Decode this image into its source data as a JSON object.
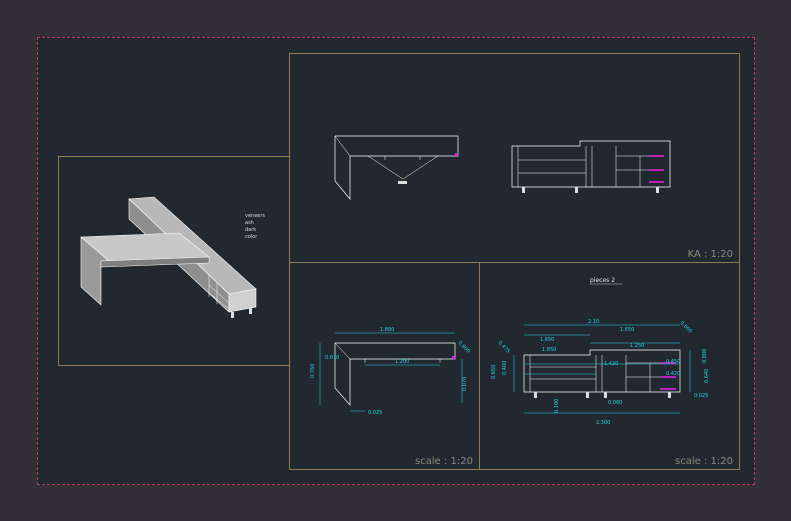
{
  "viewports": {
    "top_right": {
      "scale_label": "KA : 1:20"
    },
    "bottom_middle": {
      "scale_label": "scale : 1:20"
    },
    "bottom_right": {
      "scale_label": "scale : 1:20",
      "title": "pieces 2"
    }
  },
  "iso_note": [
    "veneers",
    "ash",
    "dark",
    "color"
  ],
  "dimensions": {
    "desk": [
      "1.800",
      "0.760",
      "0.070",
      "1.200",
      "0.800",
      "0.070",
      "0.025"
    ],
    "cabinet": [
      "2.10",
      "1.650",
      "1.650",
      "1.850",
      "1.250",
      "0.475",
      "0.600",
      "0.800",
      "0.450",
      "1.420",
      "0.650",
      "0.400",
      "0.640",
      "0.420",
      "0.025",
      "0.100",
      "2.300",
      "0.060"
    ]
  },
  "colors": {
    "dimension": "#22d6e6",
    "magenta": "#e020e0",
    "viewport_border": "#8c7c4e",
    "sheet_border": "#c03a55"
  }
}
